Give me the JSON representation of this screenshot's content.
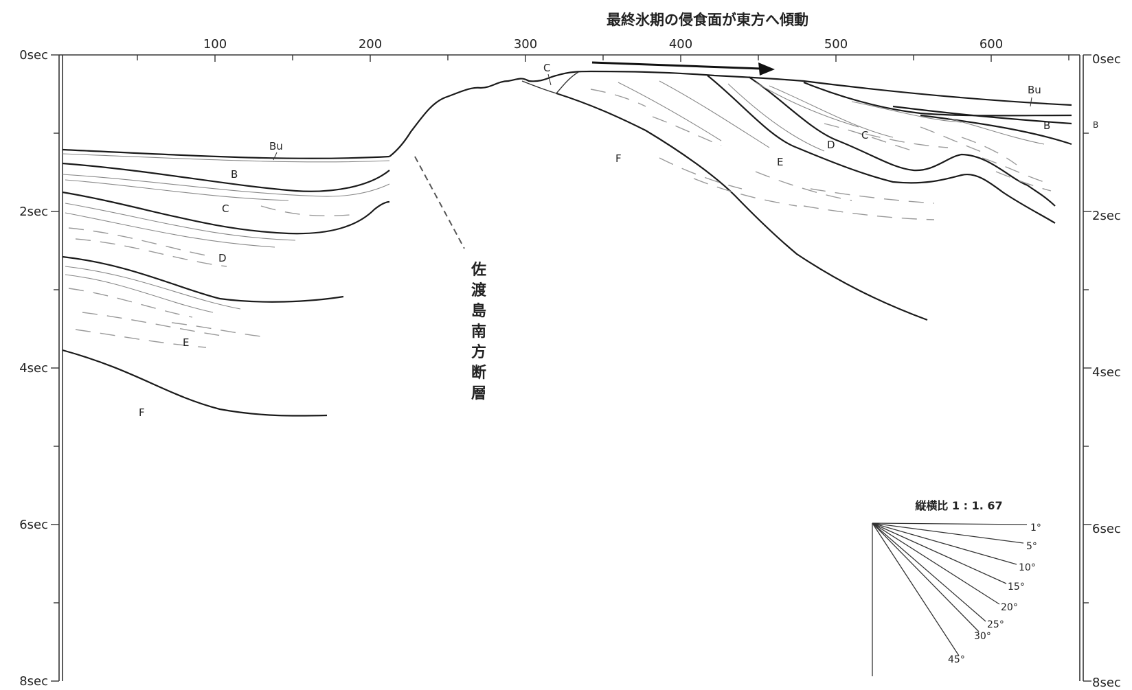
{
  "title": "最終氷期の侵食面が東方へ傾動",
  "top_axis_ticks": [
    "100",
    "200",
    "300",
    "400",
    "500",
    "600"
  ],
  "left_axis_ticks": [
    "0sec",
    "2sec",
    "4sec",
    "6sec",
    "8sec"
  ],
  "right_axis_ticks": [
    "0sec",
    "2sec",
    "4sec",
    "6sec",
    "8sec"
  ],
  "fault_label": [
    "佐",
    "渡",
    "島",
    "南",
    "方",
    "断",
    "層"
  ],
  "unit_labels": {
    "bu_left": "Bu",
    "b_left": "B",
    "c_left": "C",
    "d_left": "D",
    "e_left": "E",
    "f_left": "F",
    "c_top": "C",
    "f_right": "F",
    "e_right": "E",
    "d_right": "D",
    "c_right": "C",
    "bu_right": "Bu",
    "b_right": "B",
    "b_edge": "B"
  },
  "scale": {
    "ratio_label": "縦横比 1 : 1. 67",
    "angles": [
      "1°",
      "5°",
      "10°",
      "15°",
      "20°",
      "25°",
      "30°",
      "45°"
    ]
  }
}
